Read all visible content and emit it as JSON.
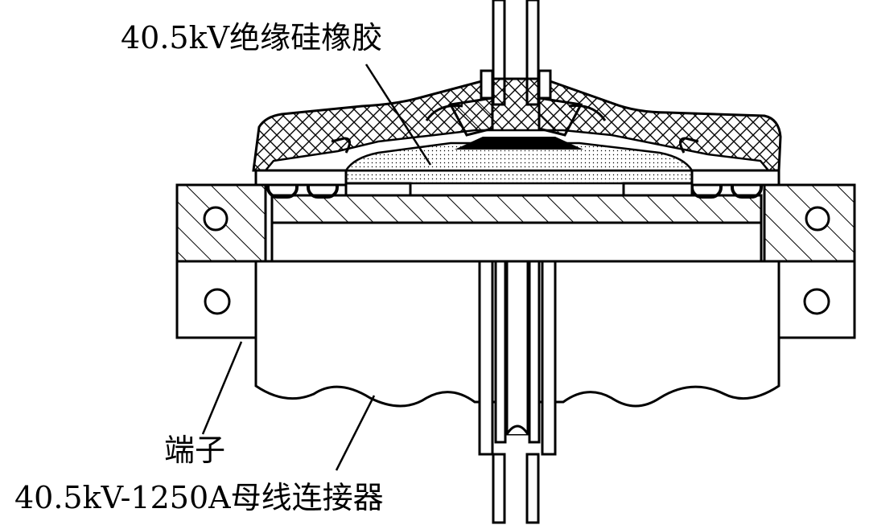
{
  "labels": {
    "silicone_rubber": "40.5kV绝缘硅橡胶",
    "terminal": "端子",
    "connector": "40.5kV-1250A母线连接器"
  }
}
